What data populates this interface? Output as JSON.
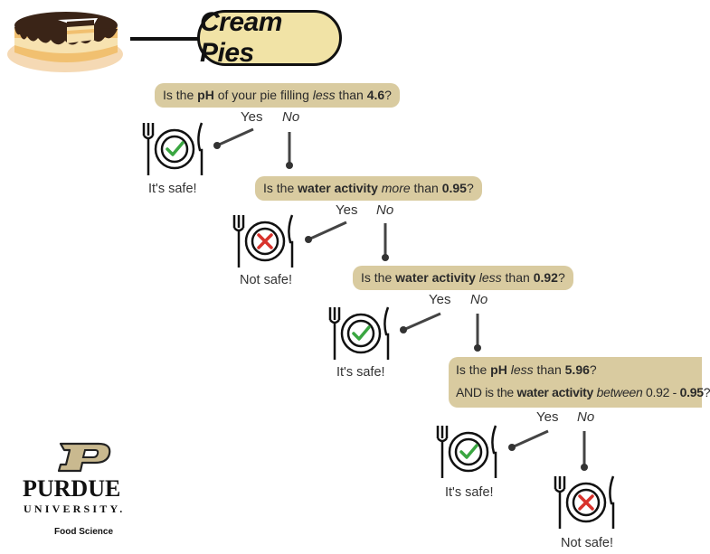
{
  "title": "Cream Pies",
  "labels": {
    "yes": "Yes",
    "no": "No"
  },
  "questions": [
    {
      "pre": "Is the ",
      "bold": "pH",
      "mid": " of your pie filling ",
      "ital": "less",
      "post": " than ",
      "val": "4.6",
      "end": "?"
    },
    {
      "pre": "Is the ",
      "bold": "water activity",
      "mid": " ",
      "ital": "more",
      "post": " than ",
      "val": "0.95",
      "end": "?"
    },
    {
      "pre": "Is the ",
      "bold": "water activity",
      "mid": " ",
      "ital": "less",
      "post": " than ",
      "val": "0.92",
      "end": "?"
    },
    {
      "line1": {
        "pre": "Is the ",
        "bold": "pH",
        "mid": " ",
        "ital": "less",
        "post": " than ",
        "val": "5.96",
        "end": "?"
      },
      "line2": {
        "pre": "AND is the ",
        "bold": "water activity",
        "mid": " ",
        "ital": "between",
        "post": " 0.92 - ",
        "val": "0.95",
        "end": "?"
      }
    }
  ],
  "results": {
    "safe1": "It's safe!",
    "notsafe1": "Not safe!",
    "safe2": "It's safe!",
    "safe3": "It's safe!",
    "notsafe2": "Not safe!"
  },
  "logo": {
    "name": "PURDUE",
    "subtitle": "UNIVERSITY.",
    "department": "Food Science"
  },
  "colors": {
    "question_bg": "#d9cba0",
    "title_bg": "#f1e3a6",
    "safe_check": "#3aa641",
    "unsafe_x": "#d8322c",
    "connector": "#444444",
    "purdue_gold": "#c9b98f"
  }
}
